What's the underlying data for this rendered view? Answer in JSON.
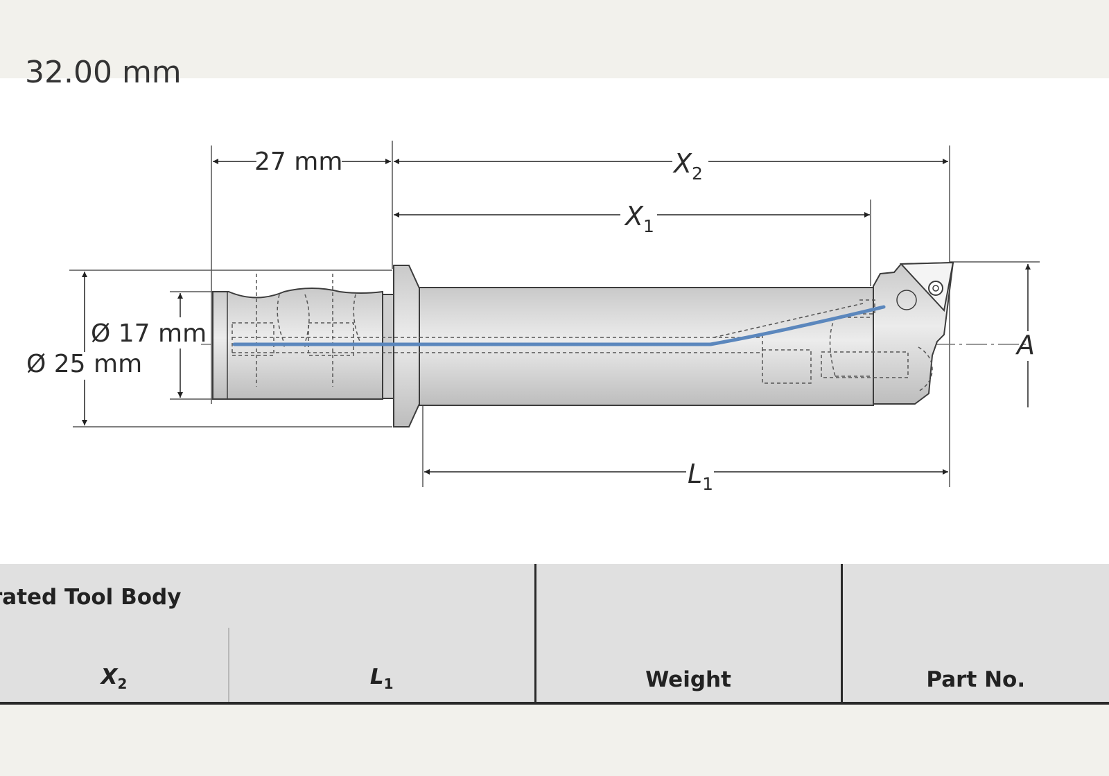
{
  "heading_partial": "32.00 mm",
  "drawing": {
    "dim_27": "27 mm",
    "dim_d17": "Ø 17 mm",
    "dim_d25": "Ø 25 mm",
    "x2": {
      "sym": "X",
      "sub": "2"
    },
    "x1": {
      "sym": "X",
      "sub": "1"
    },
    "l1": {
      "sym": "L",
      "sub": "1"
    },
    "a": "A",
    "colors": {
      "outline": "#3c3c3c",
      "body_fill": "#d9d9d9",
      "coolant": "#5b87bd",
      "hidden_line": "#555555"
    }
  },
  "table": {
    "group_title": "rated Tool Body",
    "columns": [
      {
        "sym": "X",
        "sub": "2"
      },
      {
        "sym": "L",
        "sub": "1"
      },
      {
        "label": "Weight"
      },
      {
        "label": "Part No."
      }
    ]
  }
}
